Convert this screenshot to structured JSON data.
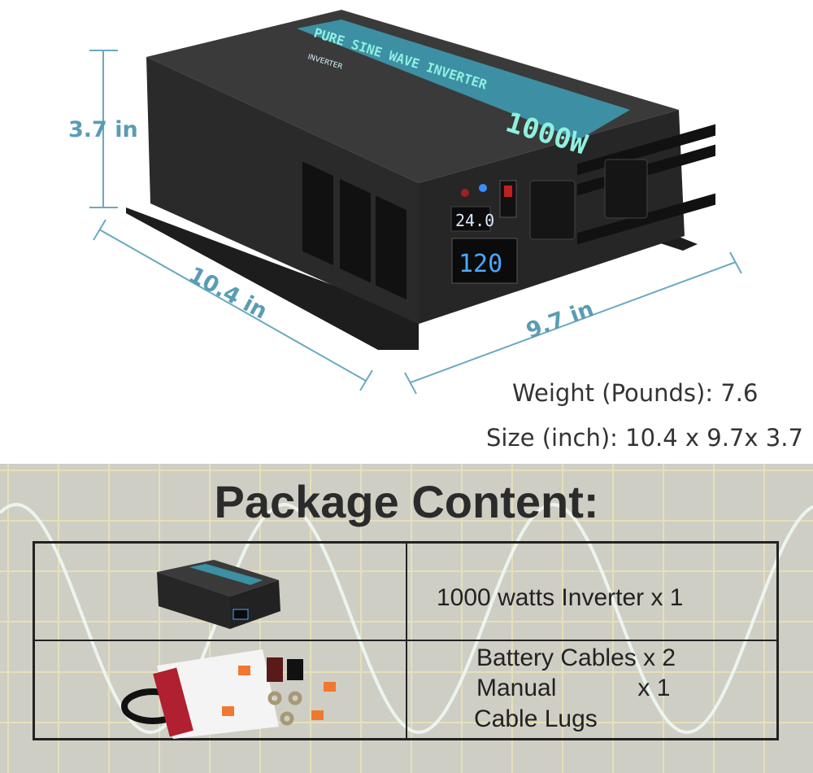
{
  "product": {
    "label_brand_text": "PURE SINE WAVE INVERTER",
    "label_sub": "INVERTER",
    "label_power": "1000W",
    "display_input_voltage": "24.0",
    "display_output_voltage": "120"
  },
  "dimensions": {
    "height": "3.7 in",
    "length": "10.4 in",
    "width": "9.7 in"
  },
  "specs": {
    "weight": "Weight (Pounds): 7.6",
    "size": "Size (inch): 10.4 x 9.7x 3.7"
  },
  "package": {
    "title": "Package Content:",
    "rows": [
      {
        "image": "inverter-photo",
        "lines": [
          "1000 watts Inverter x 1"
        ]
      },
      {
        "image": "accessories-photo",
        "lines": [
          "Battery Cables x 2",
          "Manual            x 1",
          "Cable Lugs"
        ]
      }
    ]
  },
  "colors": {
    "dimension_text": "#5a9cb4",
    "label_teal": "#3d8fa3",
    "display_blue": "#4aa8ff",
    "background_bottom": "#cfcec4"
  }
}
